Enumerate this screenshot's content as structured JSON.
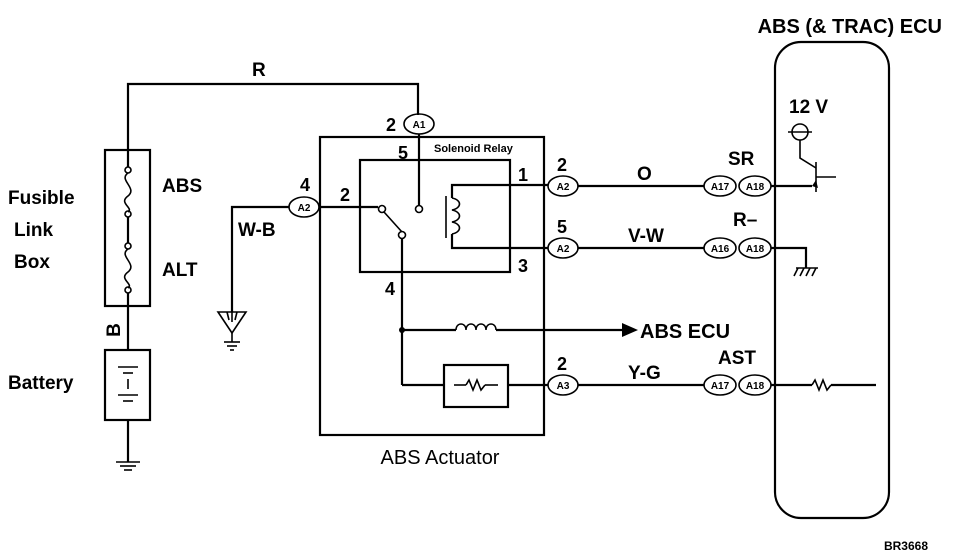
{
  "ecu": {
    "title": "ABS (& TRAC) ECU",
    "supply": "12 V",
    "terminals": {
      "sr": "SR",
      "r_minus": "R–",
      "ast": "AST"
    }
  },
  "fusible": {
    "title_line1": "Fusible",
    "title_line2": "Link",
    "title_line3": "Box",
    "abs": "ABS",
    "alt": "ALT"
  },
  "battery": {
    "label": "Battery"
  },
  "actuator": {
    "label": "ABS Actuator",
    "relay_label": "Solenoid Relay"
  },
  "wires": {
    "red": "R",
    "black": "B",
    "white_black": "W-B",
    "orange": "O",
    "violet_white": "V-W",
    "yellow_green": "Y-G"
  },
  "arrow_label": "ABS ECU",
  "pins": {
    "a1_pin": "2",
    "relay_top": "5",
    "a2_left_pin": "4",
    "relay_left": "2",
    "relay_bottom": "4",
    "relay_1": "1",
    "relay_3": "3",
    "a2_sr_pin": "2",
    "a2_r_pin": "5",
    "a3_pin": "2"
  },
  "connectors": {
    "a1": "A1",
    "a2_left": "A2",
    "a2_sr": "A2",
    "a2_r": "A2",
    "a3": "A3",
    "a17_sr": "A17",
    "a18_sr": "A18",
    "a16_r": "A16",
    "a18_r": "A18",
    "a17_ast": "A17",
    "a18_ast": "A18"
  },
  "code": "BR3668"
}
